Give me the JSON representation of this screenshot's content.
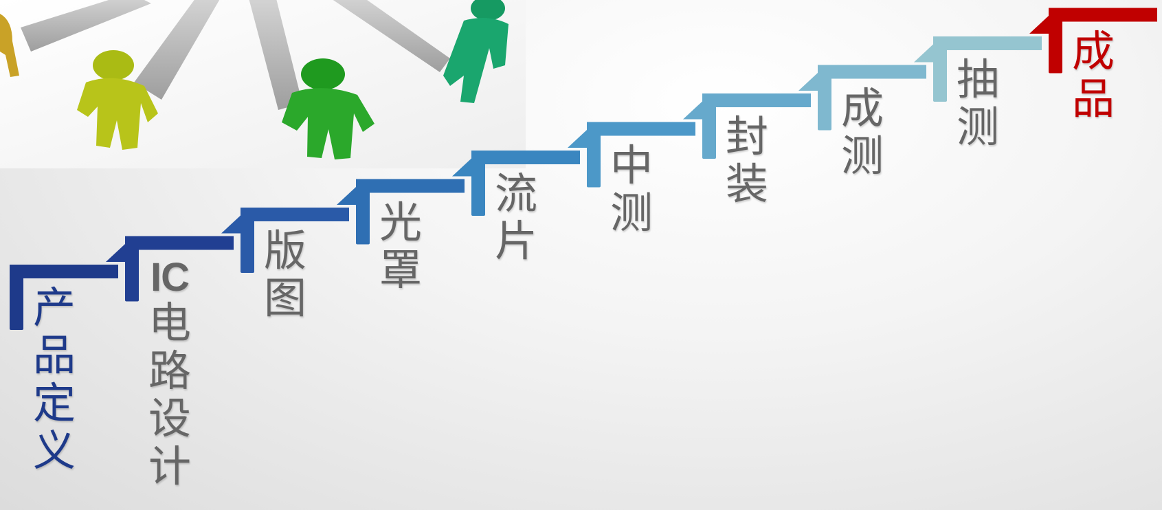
{
  "steps": [
    {
      "label": "产品定义",
      "color": "#1e3a8a",
      "text_color": "#1e3a8a"
    },
    {
      "label": "IC电路设计",
      "color": "#213f92",
      "text_color": "#666666"
    },
    {
      "label": "版图",
      "color": "#2a5aa8",
      "text_color": "#666666"
    },
    {
      "label": "光罩",
      "color": "#2f6fb3",
      "text_color": "#666666"
    },
    {
      "label": "流片",
      "color": "#3a86c0",
      "text_color": "#666666"
    },
    {
      "label": "中测",
      "color": "#4c98c8",
      "text_color": "#666666"
    },
    {
      "label": "封装",
      "color": "#66a9cc",
      "text_color": "#666666"
    },
    {
      "label": "成测",
      "color": "#7fb8cf",
      "text_color": "#666666"
    },
    {
      "label": "抽测",
      "color": "#95c5d0",
      "text_color": "#666666"
    },
    {
      "label": "成品",
      "color": "#c00000",
      "text_color": "#c00000"
    }
  ],
  "illustration": {
    "description": "people-figures-photo",
    "figure_colors": [
      "#c9a227",
      "#b8c41a",
      "#2ba82b",
      "#1aa66e"
    ],
    "plank_color": "#bdbdbd"
  }
}
